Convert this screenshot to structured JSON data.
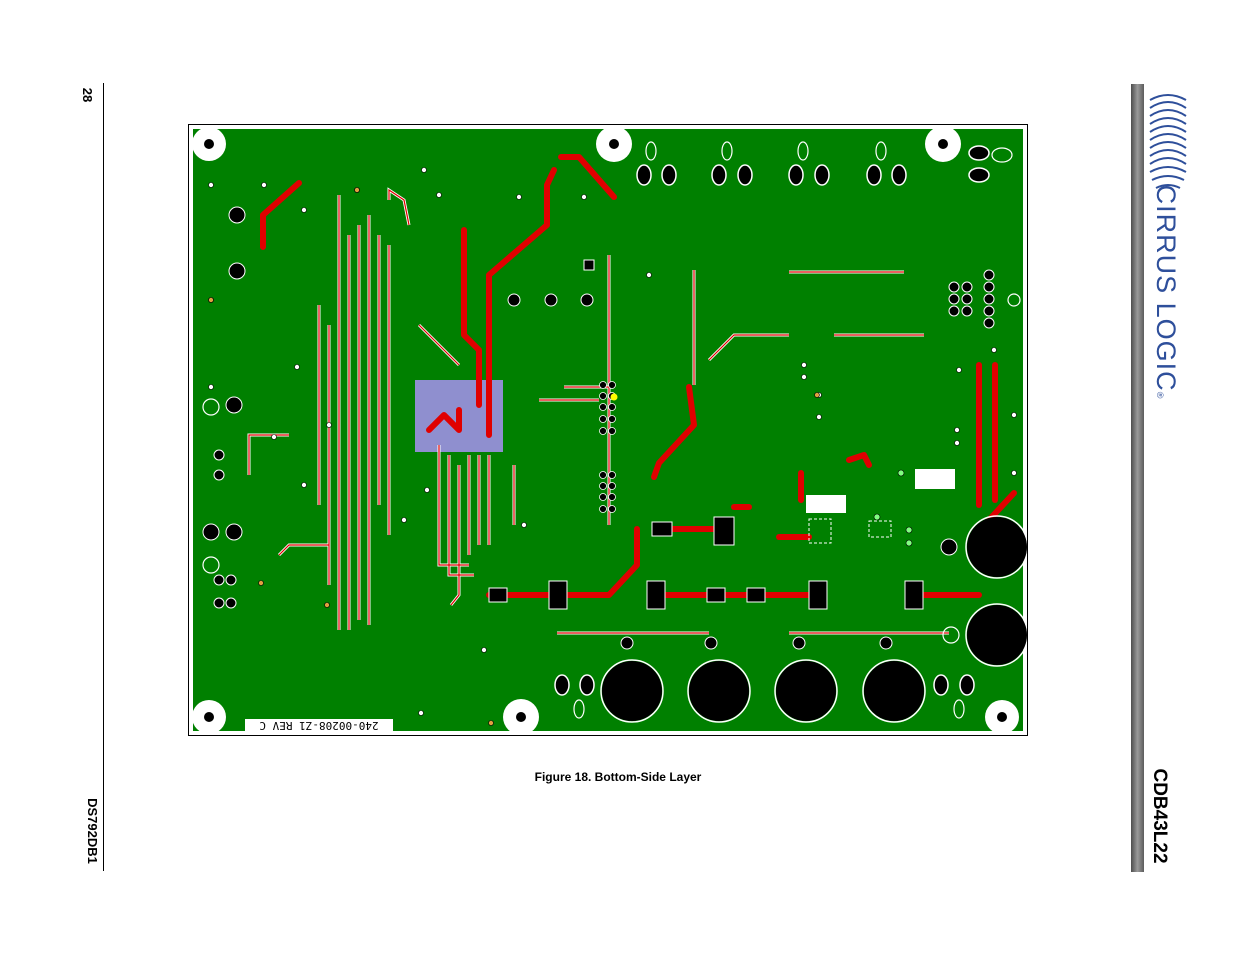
{
  "page": {
    "number": "28",
    "doc_code": "DS792DB1",
    "product": "CDB43L22",
    "logo_text": "CIRRUS LOGIC",
    "logo_mark": "®"
  },
  "figure": {
    "caption": "Figure 18.  Bottom-Side Layer",
    "board_label": "240-00208-Z1 REV C"
  },
  "colors": {
    "board": "#008000",
    "trace": "#e00000",
    "pad": "#000000",
    "silk": "#ffffff",
    "ground_region": "#8f8fcf",
    "logo_blue": "#2e4f9b"
  }
}
